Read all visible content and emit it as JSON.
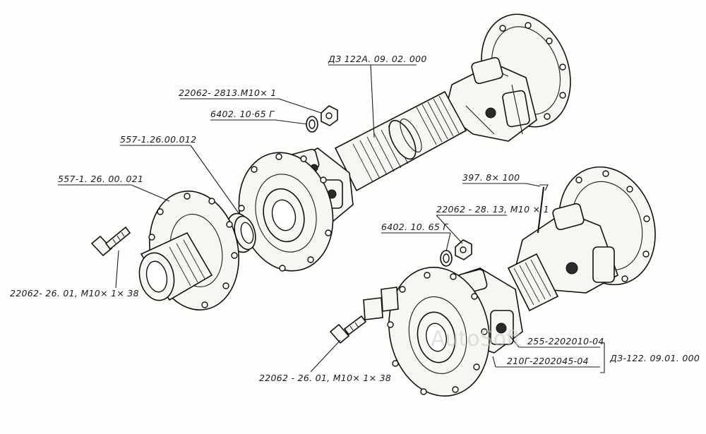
{
  "watermark": "AutoSoft",
  "callouts": {
    "assembly_top": "ДЗ 122А. 09. 02. 000",
    "nut_top": "22062- 2813.М10× 1",
    "washer_top": "6402. 10·65 Г",
    "seal_ring": "557-1.26.00.012",
    "flange_left": "557-1. 26. 00. 021",
    "bolt_left": "22062- 26. 01,  М10× 1× 38",
    "pin": "397. 8× 100",
    "nut_right": "22062 - 28. 13,  М10 × 1",
    "washer_right": "6402. 10. 65 Г",
    "bolt_right": "22062 - 26. 01,   М10× 1× 38",
    "cross_kit": "255-2202010-04",
    "yoke": "210Г-2202045-04",
    "assembly_bottom": "ДЗ-122. 09.01. 000"
  }
}
